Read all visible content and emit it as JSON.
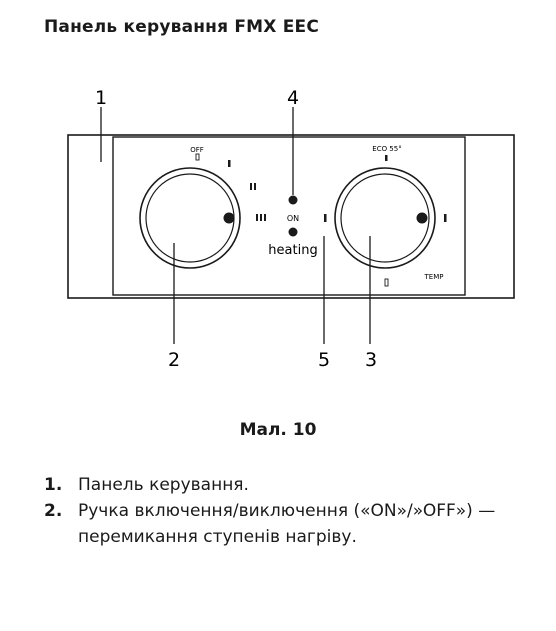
{
  "title": "Панель керування FMX EEC",
  "panel": {
    "left_knob": {
      "off_label": "OFF",
      "off_mark": "0",
      "step_1": "I",
      "step_2": "II",
      "step_3": "III"
    },
    "indicator": {
      "on_label": "ON",
      "heating_label": "heating"
    },
    "right_knob": {
      "eco_label": "ECO 55°",
      "min_mark": "0",
      "temp_label": "TEMP"
    }
  },
  "callouts": [
    "1",
    "2",
    "3",
    "4",
    "5"
  ],
  "caption": "Мал. 10",
  "legend": [
    {
      "num": "1.",
      "text": "Панель керування."
    },
    {
      "num": "2.",
      "text": "Ручка включення/виключення («ON»/»OFF») — перемикання ступенів нагріву."
    }
  ]
}
